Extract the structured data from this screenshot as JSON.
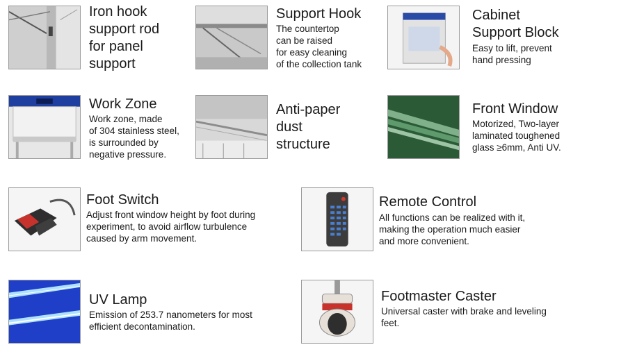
{
  "features": [
    {
      "id": "iron-hook",
      "title": [
        "Iron hook",
        "support rod",
        "for panel",
        "support"
      ],
      "description": []
    },
    {
      "id": "support-hook",
      "title": [
        "Support Hook"
      ],
      "description": [
        "The countertop",
        "can be raised",
        "for easy cleaning",
        "of the collection tank"
      ]
    },
    {
      "id": "cabinet-support-block",
      "title": [
        "Cabinet",
        "Support Block"
      ],
      "description": [
        "Easy to lift, prevent",
        "hand pressing"
      ]
    },
    {
      "id": "work-zone",
      "title": [
        "Work Zone"
      ],
      "description": [
        "Work zone, made",
        "of 304 stainless steel,",
        "is surrounded by",
        "negative pressure."
      ]
    },
    {
      "id": "anti-paper-dust",
      "title": [
        "Anti-paper",
        "dust",
        "structure"
      ],
      "description": []
    },
    {
      "id": "front-window",
      "title": [
        "Front Window"
      ],
      "description": [
        "Motorized, Two-layer",
        "laminated toughened",
        "glass ≥6mm, Anti UV."
      ]
    },
    {
      "id": "foot-switch",
      "title": [
        "Foot Switch"
      ],
      "description": [
        "Adjust front window height by foot during",
        "experiment, to avoid airflow turbulence",
        "caused by arm movement."
      ]
    },
    {
      "id": "remote-control",
      "title": [
        "Remote Control"
      ],
      "description": [
        "All functions can be realized with it,",
        "making the operation much easier",
        "and more convenient."
      ]
    },
    {
      "id": "uv-lamp",
      "title": [
        "UV Lamp"
      ],
      "description": [
        "Emission of 253.7 nanometers for most",
        "efficient decontamination."
      ]
    },
    {
      "id": "footmaster-caster",
      "title": [
        "Footmaster Caster"
      ],
      "description": [
        "Universal caster with brake and leveling",
        "feet."
      ]
    }
  ],
  "colors": {
    "text": "#1a1a1a",
    "border": "#9a9a9a",
    "footswitch_red": "#c8322c",
    "uv_blue": "#1f3fc9",
    "glass_green": "#2f6b3d"
  }
}
